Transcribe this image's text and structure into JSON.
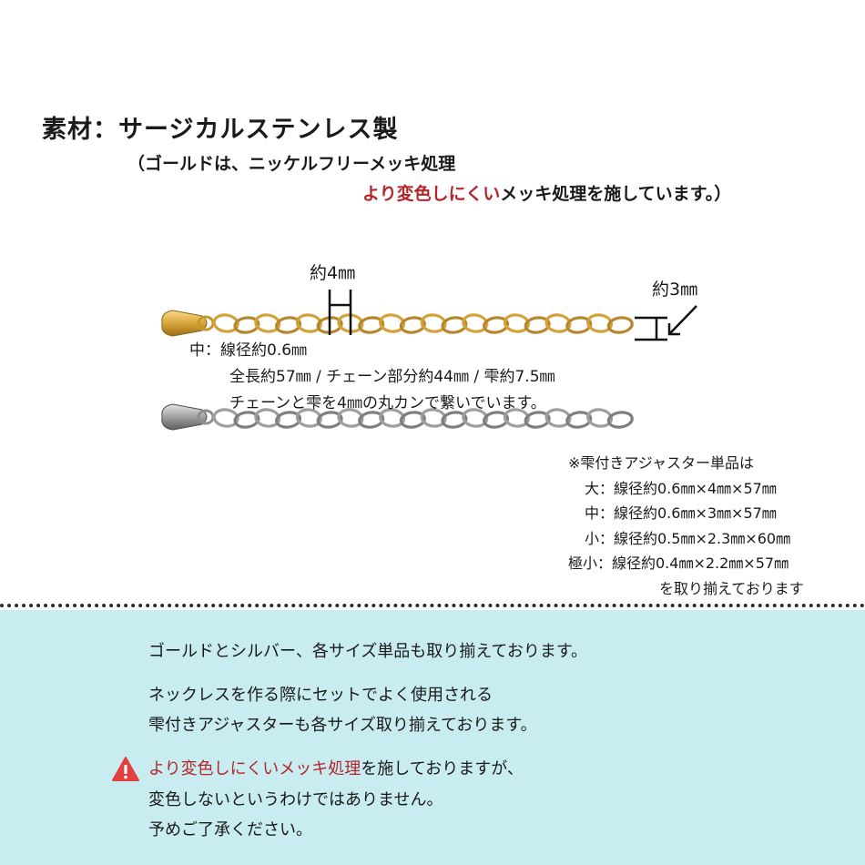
{
  "header": {
    "material": "素材：サージカルステンレス製",
    "note_line1": "（ゴールドは、ニッケルフリーメッキ処理",
    "note_line2_highlight": "より変色しにくい",
    "note_line2_rest": "メッキ処理を施しています。）"
  },
  "dimensions": {
    "link_width": "約4㎜",
    "drop_size": "約3㎜"
  },
  "spec": {
    "mid": "中：線径約0.6㎜",
    "total": "全長約57㎜ / チェーン部分約44㎜ / 雫約7.5㎜",
    "join": "チェーンと雫を4㎜の丸カンで繋いでいます。"
  },
  "set_note": {
    "title": "※雫付きアジャスター単品は",
    "rows": [
      "大：線径約0.6㎜×4㎜×57㎜",
      "中：線径約0.6㎜×3㎜×57㎜",
      "小：線径約0.5㎜×2.3㎜×60㎜",
      "極小：線径約0.4㎜×2.2㎜×57㎜"
    ],
    "tail": "を取り揃えております"
  },
  "info": {
    "line1": "ゴールドとシルバー、各サイズ単品も取り揃えております。",
    "line2a": "ネックレスを作る際にセットでよく使用される",
    "line2b": "雫付きアジャスターも各サイズ取り揃えております。",
    "line3a_highlight": "より変色しにくいメッキ処理",
    "line3a_rest": "を施しておりますが、",
    "line3b": "変色しないというわけではありません。",
    "line3c": "予めご了承ください。"
  },
  "colors": {
    "accent_red": "#b3262a",
    "panel_bg": "#c8ecef",
    "gold": "#d9a63a",
    "silver": "#9a9a9a",
    "warning": "#e0413e"
  },
  "icons": {
    "warning": "warning-triangle-icon"
  }
}
